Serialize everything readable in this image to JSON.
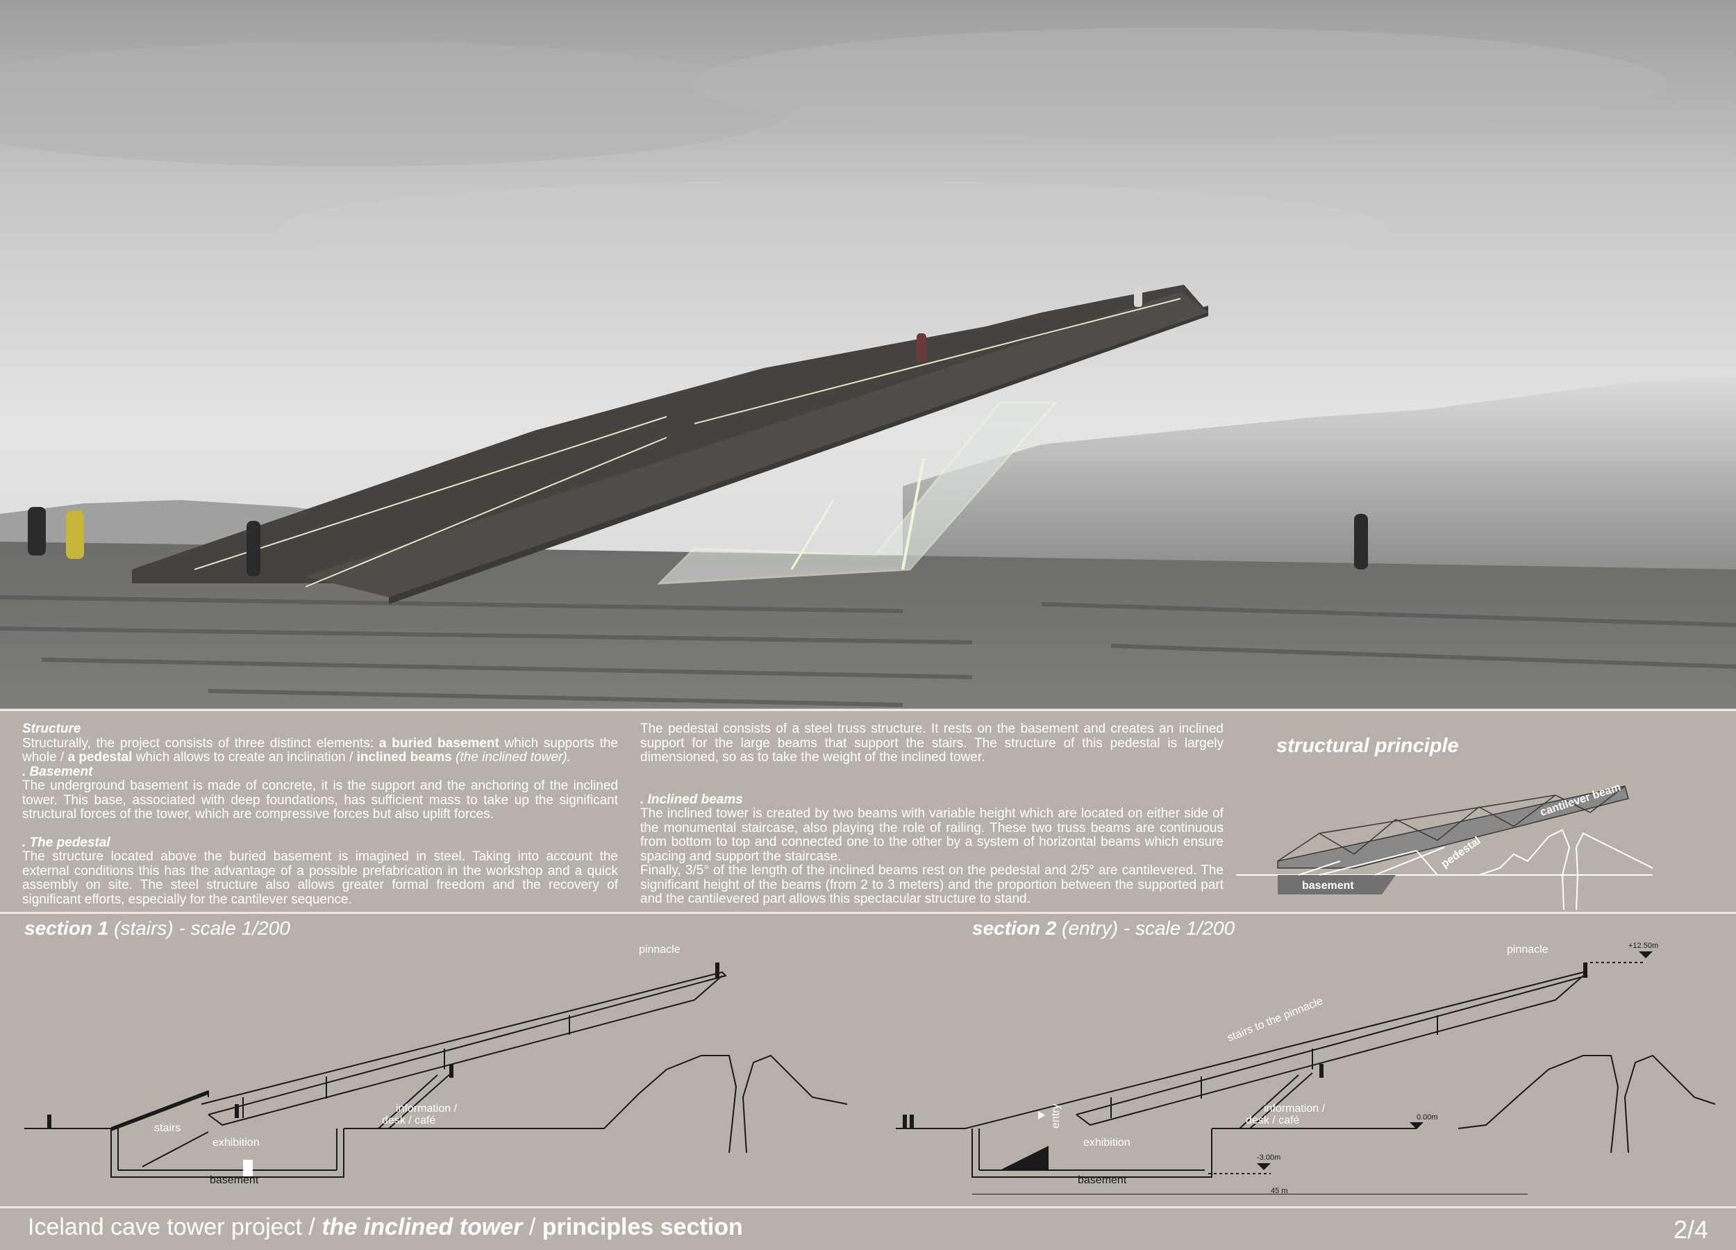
{
  "text": {
    "structure_heading": "Structure",
    "structure_intro_1": "Structurally, the project consists of three distinct elements: ",
    "structure_intro_b1": "a buried basement",
    "structure_intro_2": " which supports the whole / ",
    "structure_intro_b2": "a pedestal",
    "structure_intro_3": " which allows to create an inclination / ",
    "structure_intro_b3": "inclined beams",
    "structure_intro_i": " (the inclined tower).",
    "basement_heading": ". Basement",
    "basement_text": "The underground basement is made of concrete, it is the support and the anchoring of the inclined tower. This base, associated with deep foundations, has sufficient mass to take up the significant structural forces of the tower, which are compressive forces but also uplift forces.",
    "pedestal_heading": ". The pedestal",
    "pedestal_text": "The structure located above the buried basement is imagined in steel. Taking into account the external conditions this has the advantage of a possible prefabrication in the workshop and a quick assembly on site. The steel structure also allows greater formal freedom and the recovery of significant efforts, especially for the cantilever sequence.",
    "pedestal_text_2": "The pedestal consists of a steel truss structure. It rests on the basement and creates an inclined support for the large beams that support the stairs. The structure of this pedestal is largely dimensioned, so as to take the weight of the inclined tower.",
    "beams_heading": ". Inclined beams",
    "beams_text_1": "The inclined tower is created by two beams with variable height which are located on either side of the monumental staircase, also playing the role of railing. These two truss beams are continuous from bottom to top and connected one to the other by a system of horizontal beams which ensure spacing and support the staircase.",
    "beams_text_2": "Finally, 3/5° of the length of the inclined beams rest on the pedestal and 2/5° are cantilevered. The significant height of the beams (from 2 to 3 meters) and the proportion between the supported part and the cantilevered part allows this spectacular structure to stand."
  },
  "structural_principle": {
    "title": "structural principle",
    "label_cantilever": "cantilever beam",
    "label_pedestal": "pedestal",
    "label_basement": "basement"
  },
  "section1": {
    "title_bold": "section 1",
    "title_rest": " (stairs) - scale 1/200",
    "label_pinnacle": "pinnacle",
    "label_information": "information /",
    "label_desk": "desk / café",
    "label_stairs": "stairs",
    "label_exhibition": "exhibition",
    "label_basement": "basement"
  },
  "section2": {
    "title_bold": "section 2",
    "title_rest": " (entry) - scale 1/200",
    "label_pinnacle": "pinnacle",
    "label_stairs_to": "stairs to the pinnacle",
    "label_information": "information /",
    "label_desk": "desk / café",
    "label_entry": "entry",
    "label_exhibition": "exhibition",
    "label_basement": "basement",
    "level_top": "+12.50m",
    "level_zero": "0.00m",
    "level_bottom": "-3.00m",
    "dimension": "45 m"
  },
  "footer": {
    "project": "Iceland cave tower project / ",
    "tower": "the inclined tower",
    "sep": " / ",
    "section": "principles section",
    "page": "2/4"
  },
  "colors": {
    "panel": "#b8b1aa",
    "text": "#ffffff",
    "drawing": "#1a1a1a"
  }
}
